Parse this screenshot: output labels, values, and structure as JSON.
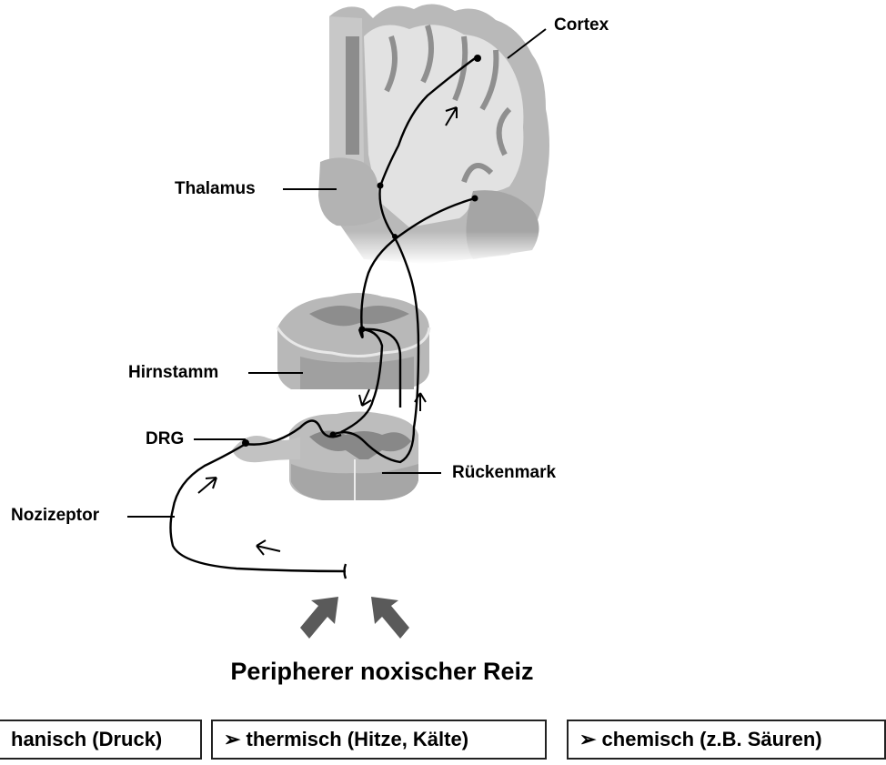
{
  "labels": {
    "cortex": "Cortex",
    "thalamus": "Thalamus",
    "hirnstamm": "Hirnstamm",
    "drg": "DRG",
    "rueckenmark": "Rückenmark",
    "nozizeptor": "Nozizeptor"
  },
  "title": "Peripherer noxischer Reiz",
  "stimuli": [
    "hanisch (Druck)",
    "➢ thermisch (Hitze, Kälte)",
    "➢ chemisch (z.B. Säuren)"
  ],
  "colors": {
    "tissue_light": "#d2d2d2",
    "tissue_mid": "#a8a8a8",
    "tissue_dark": "#6e6e6e",
    "stroke": "#000000"
  }
}
